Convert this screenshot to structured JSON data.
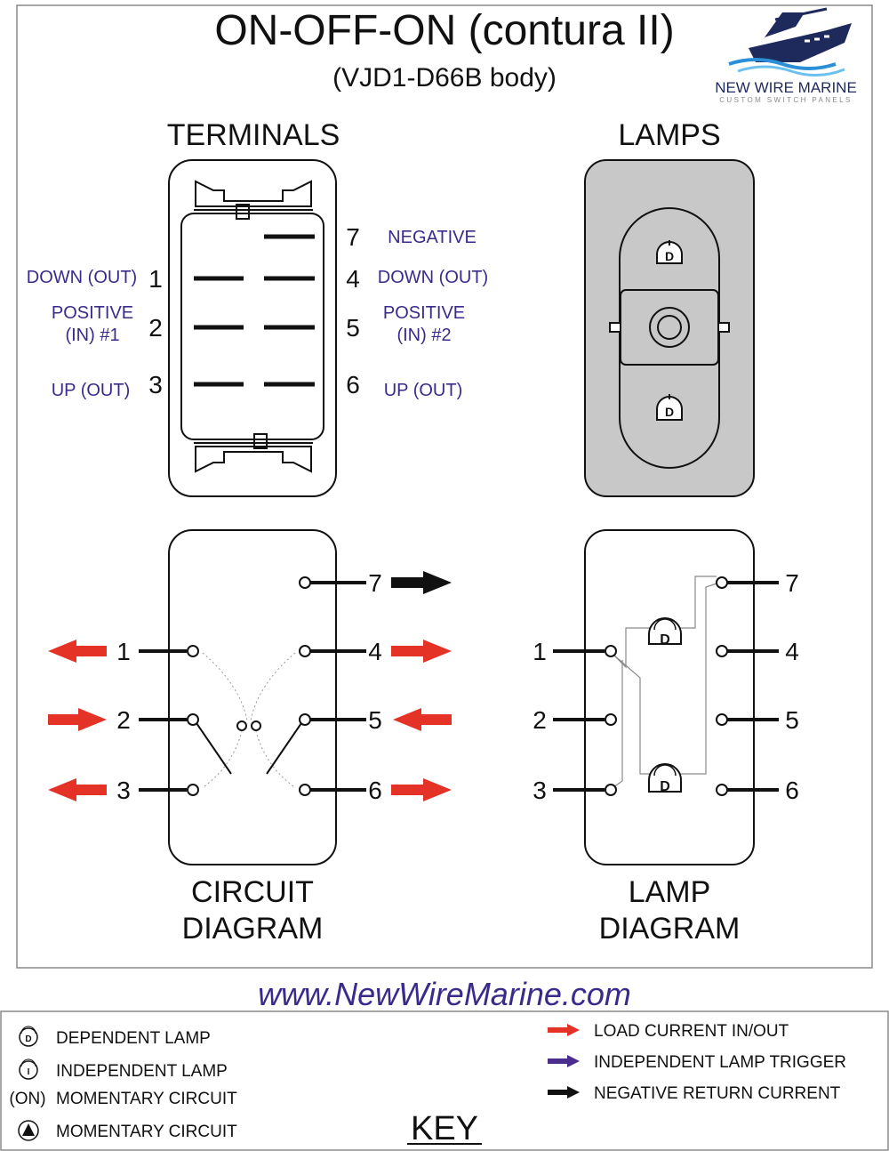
{
  "header": {
    "title": "ON-OFF-ON (contura II)",
    "subtitle": "(VJD1-D66B body)",
    "logo_text": "NEW WIRE MARINE",
    "logo_tagline": "CUSTOM SWITCH PANELS"
  },
  "terminals": {
    "heading": "TERMINALS",
    "labels": {
      "t7": "NEGATIVE",
      "t1": "DOWN (OUT)",
      "t4": "DOWN (OUT)",
      "t2_line1": "POSITIVE",
      "t2_line2": "(IN) #1",
      "t5_line1": "POSITIVE",
      "t5_line2": "(IN) #2",
      "t3": "UP (OUT)",
      "t6": "UP (OUT)"
    },
    "numbers": {
      "n1": "1",
      "n2": "2",
      "n3": "3",
      "n4": "4",
      "n5": "5",
      "n6": "6",
      "n7": "7"
    }
  },
  "lamps": {
    "heading": "LAMPS",
    "lamp_letter": "D"
  },
  "circuit": {
    "heading_line1": "CIRCUIT",
    "heading_line2": "DIAGRAM"
  },
  "lamp_diagram": {
    "heading_line1": "LAMP",
    "heading_line2": "DIAGRAM"
  },
  "website": "www.NewWireMarine.com",
  "key": {
    "title": "KEY",
    "left": [
      {
        "symbol": "D",
        "label": "DEPENDENT LAMP"
      },
      {
        "symbol": "I",
        "label": "INDEPENDENT LAMP"
      },
      {
        "symbol": "(ON)",
        "label": "MOMENTARY CIRCUIT"
      },
      {
        "symbol": "triangle",
        "label": "MOMENTARY CIRCUIT"
      }
    ],
    "right": [
      {
        "color": "#e53227",
        "label": "LOAD CURRENT IN/OUT"
      },
      {
        "color": "#4b2c8f",
        "label": "INDEPENDENT LAMP TRIGGER"
      },
      {
        "color": "#111111",
        "label": "NEGATIVE RETURN CURRENT"
      }
    ]
  },
  "colors": {
    "red_arrow": "#e53227",
    "purple_text": "#3a2a8c",
    "lamp_fill": "#c8c8c8",
    "navy": "#1f2a5c"
  }
}
